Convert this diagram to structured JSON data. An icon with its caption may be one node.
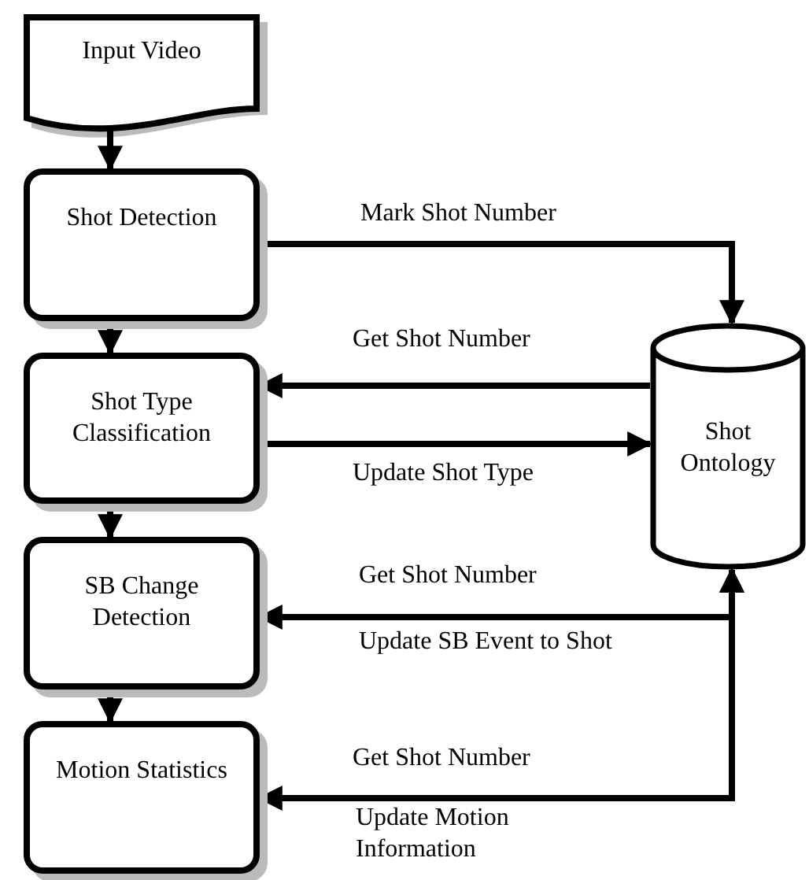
{
  "diagram": {
    "nodes": [
      {
        "text": [
          "Input Video"
        ]
      },
      {
        "text": [
          "Shot Detection"
        ]
      },
      {
        "text": [
          "Shot Type Classification"
        ]
      },
      {
        "text": [
          "SB Change Detection"
        ]
      },
      {
        "text": [
          "Motion Statistics"
        ]
      },
      {
        "text": [
          "Shot Ontology"
        ]
      }
    ],
    "edges": [
      {
        "from": 0,
        "to": 1,
        "arrow": "to"
      },
      {
        "from": 1,
        "to": 2,
        "arrow": "to"
      },
      {
        "from": 2,
        "to": 3,
        "arrow": "to"
      },
      {
        "from": 3,
        "to": 4,
        "arrow": "to"
      },
      {
        "from": 1,
        "to": 5,
        "arrow": "to",
        "label": "Mark Shot Number"
      },
      {
        "from": 5,
        "to": 2,
        "arrow": "to",
        "label": "Get Shot Number"
      },
      {
        "from": 2,
        "to": 5,
        "arrow": "to",
        "label": "Update Shot Type"
      },
      {
        "from": 5,
        "to": 3,
        "arrow": "to",
        "label": "Get Shot Number"
      },
      {
        "from": 3,
        "to": 5,
        "arrow": "to",
        "label": "Update SB Event to Shot"
      },
      {
        "from": 5,
        "to": 4,
        "arrow": "to",
        "label": "Get Shot Number"
      },
      {
        "from": 4,
        "to": 5,
        "arrow": "to",
        "label": "Update Motion Information"
      }
    ]
  }
}
